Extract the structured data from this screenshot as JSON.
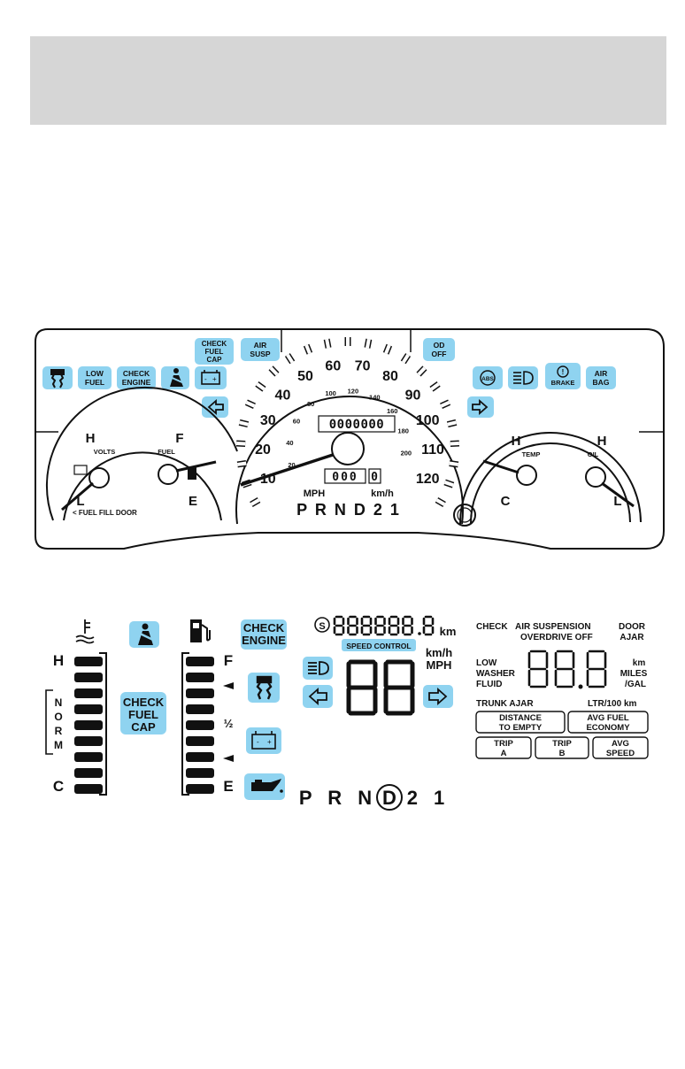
{
  "cluster": {
    "warnings_left": {
      "check_fuel_cap": [
        "CHECK",
        "FUEL",
        "CAP"
      ],
      "air_susp": [
        "AIR",
        "SUSP"
      ],
      "low_fuel": [
        "LOW",
        "FUEL"
      ],
      "check_engine": [
        "CHECK",
        "ENGINE"
      ]
    },
    "warnings_right": {
      "od_off": [
        "OD",
        "OFF"
      ],
      "abs": "ABS",
      "brake": "BRAKE",
      "air_bag": [
        "AIR",
        "BAG"
      ]
    },
    "left_gauge": {
      "volts_label": "VOLTS",
      "fuel_label": "FUEL",
      "volts_high": "H",
      "volts_low": "L",
      "fuel_full": "F",
      "fuel_empty": "E",
      "fuel_door_note": "< FUEL FILL DOOR"
    },
    "speedometer": {
      "mph_ticks": [
        "10",
        "20",
        "30",
        "40",
        "50",
        "60",
        "70",
        "80",
        "90",
        "100",
        "110",
        "120"
      ],
      "kmh_ticks": [
        "20",
        "40",
        "60",
        "80",
        "100",
        "120",
        "140",
        "160",
        "180",
        "200"
      ],
      "odometer": "0000000",
      "trip": "000",
      "trip_tenths": "0",
      "mph_label": "MPH",
      "kmh_label": "km/h",
      "prnd": "P R N D 2 1"
    },
    "right_gauge": {
      "temp_label": "TEMP",
      "oil_label": "OIL",
      "temp_high": "H",
      "temp_cold": "C",
      "oil_high": "H",
      "oil_low": "L"
    }
  },
  "digital": {
    "temp_high": "H",
    "temp_cold": "C",
    "norm": [
      "N",
      "O",
      "R",
      "M"
    ],
    "check_fuel_cap": [
      "CHECK",
      "FUEL",
      "CAP"
    ],
    "fuel_full": "F",
    "fuel_half": "½",
    "fuel_empty": "E",
    "check_engine": [
      "CHECK",
      "ENGINE"
    ],
    "odo_unit": "km",
    "speed_control": "SPEED CONTROL",
    "speed_units": [
      "km/h",
      "MPH"
    ],
    "prnd_left": "P R N",
    "prnd_selected": "D",
    "prnd_right": "2 1",
    "message": {
      "check": "CHECK",
      "air_suspension": "AIR SUSPENSION",
      "overdrive_off": "OVERDRIVE OFF",
      "door_ajar": [
        "DOOR",
        "AJAR"
      ],
      "low_washer": [
        "LOW",
        "WASHER",
        "FLUID"
      ],
      "units_right": [
        "km",
        "MILES",
        "/GAL"
      ],
      "trunk_ajar": "TRUNK AJAR",
      "ltr_100km": "LTR/100 km"
    },
    "buttons": {
      "distance_to_empty": [
        "DISTANCE",
        "TO EMPTY"
      ],
      "avg_fuel_economy": [
        "AVG FUEL",
        "ECONOMY"
      ],
      "trip_a": [
        "TRIP",
        "A"
      ],
      "trip_b": [
        "TRIP",
        "B"
      ],
      "avg_speed": [
        "AVG",
        "SPEED"
      ]
    }
  }
}
